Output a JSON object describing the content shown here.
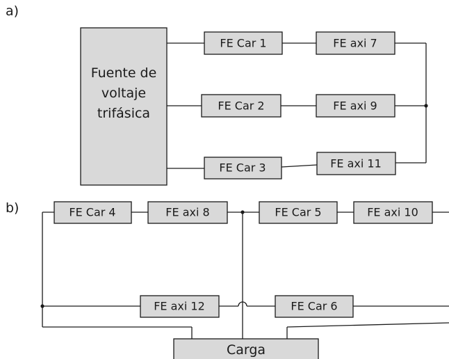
{
  "panel_a": {
    "label": "a)",
    "source": {
      "line1": "Fuente de",
      "line2": "voltaje",
      "line3": "trifásica"
    },
    "fecar": [
      "FE Car 1",
      "FE Car 2",
      "FE Car 3"
    ],
    "feaxi": [
      "FE axi 7",
      "FE axi 9",
      "FE axi 11"
    ]
  },
  "panel_b": {
    "label": "b)",
    "row1": [
      "FE Car 4",
      "FE axi 8",
      "FE Car 5",
      "FE axi 10"
    ],
    "row2": [
      "FE axi 12",
      "FE Car 6"
    ],
    "load": "Carga"
  }
}
